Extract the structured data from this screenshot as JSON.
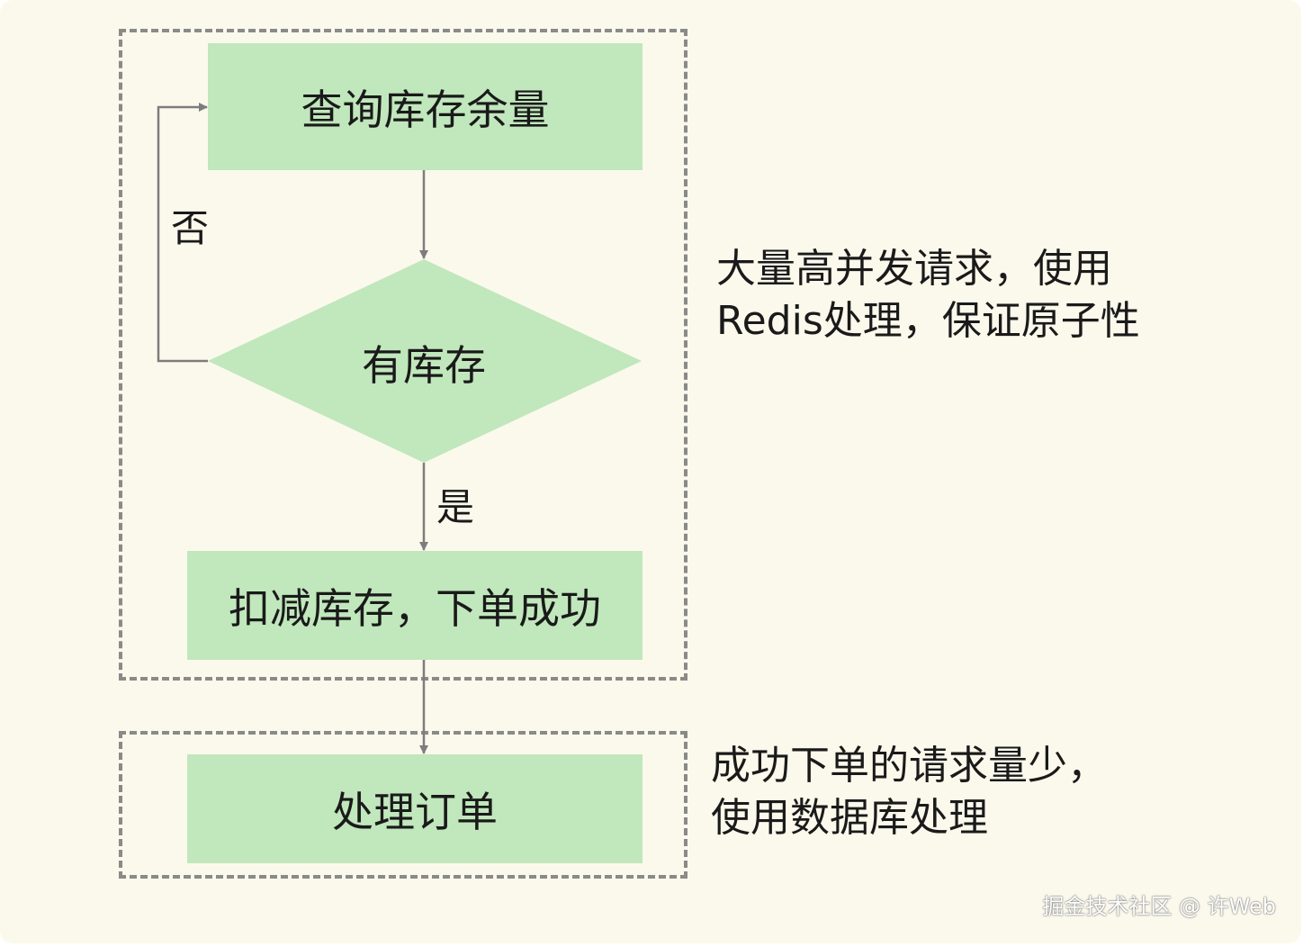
{
  "nodes": {
    "query_stock": "查询库存余量",
    "has_stock": "有库存",
    "deduct_stock": "扣减库存，下单成功",
    "process_order": "处理订单"
  },
  "edges": {
    "no_label": "否",
    "yes_label": "是"
  },
  "annotations": {
    "redis_note_line1": "大量高并发请求，使用",
    "redis_note_line2": "Redis处理，保证原子性",
    "db_note_line1": "成功下单的请求量少，",
    "db_note_line2": "使用数据库处理"
  },
  "watermark": "掘金技术社区 @ 许Web",
  "colors": {
    "node_fill": "#c1e7bc",
    "dashed_border": "#8a8a88",
    "arrow": "#7d7d7d",
    "background": "#fbf9ec"
  }
}
